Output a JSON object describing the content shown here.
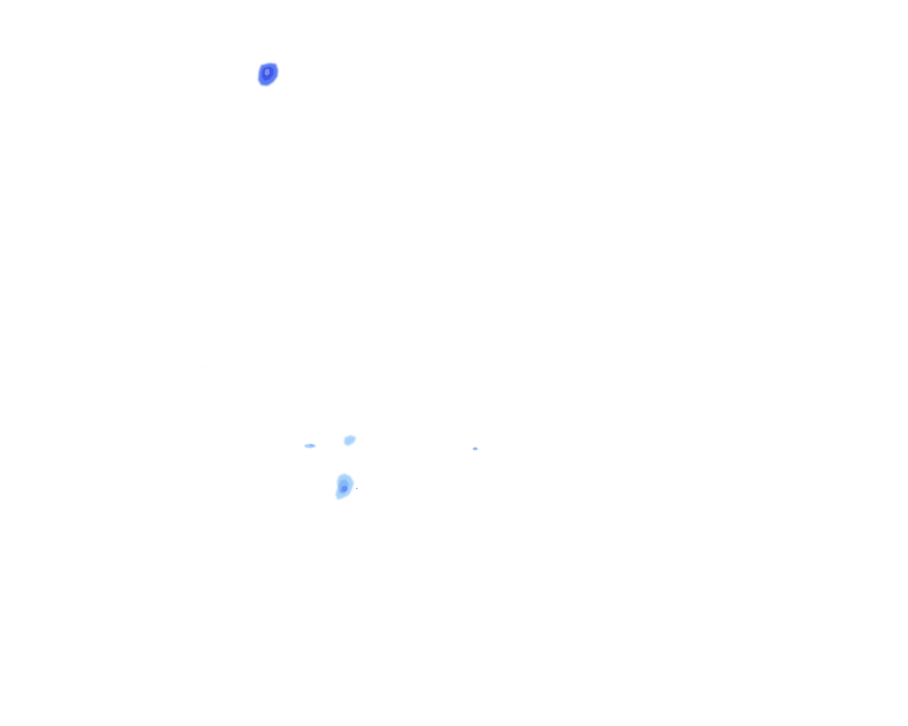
{
  "map": {
    "background": "#ffffff",
    "colors": {
      "light": "#a9d2fb",
      "medium": "#7fb4f7",
      "heavy": "#5a7cf2",
      "intense": "#3f57e8"
    },
    "echo_intensity_levels": [
      "light",
      "medium",
      "heavy",
      "intense"
    ],
    "echoes": [
      {
        "id": "northwest-cell",
        "intensity": "intense"
      },
      {
        "id": "southwest-fleck",
        "intensity": "light"
      },
      {
        "id": "central-blob",
        "intensity": "light"
      },
      {
        "id": "east-fleck",
        "intensity": "medium"
      },
      {
        "id": "south-cluster",
        "intensity": "medium"
      }
    ]
  }
}
